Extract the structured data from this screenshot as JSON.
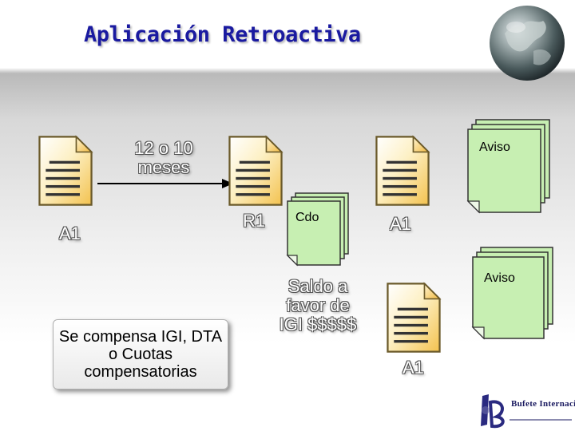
{
  "slide": {
    "title": "Aplicación Retroactiva"
  },
  "diagram": {
    "period_label": "12 o 10 meses",
    "labels": {
      "a1_left": "A1",
      "r1": "R1",
      "a1_right": "A1",
      "a1_bottom": "A1"
    },
    "stacks": {
      "aviso_top": "Aviso",
      "cdo": "Cdo",
      "aviso_bottom": "Aviso"
    },
    "saldo_text": "Saldo a favor de IGI $$$$$",
    "note_text": "Se compensa IGI, DTA o Cuotas compensatorias"
  },
  "footer": {
    "logo_text": "Bufete Internacional"
  },
  "colors": {
    "title": "#1a1aa0",
    "doc_fill": "#fbe7a8",
    "stack_fill": "#c7efb2"
  }
}
